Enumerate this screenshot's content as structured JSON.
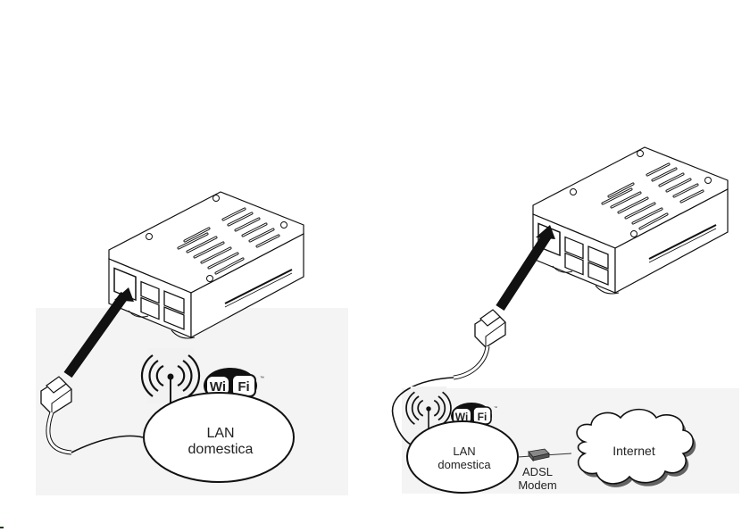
{
  "diagrams": [
    {
      "id": "left",
      "lan_label_line1": "LAN",
      "lan_label_line2": "domestica",
      "wifi_logo_left": "Wi",
      "wifi_logo_right": "Fi",
      "wifi_tm": "™"
    },
    {
      "id": "right",
      "lan_label_line1": "LAN",
      "lan_label_line2": "domestica",
      "wifi_logo_left": "Wi",
      "wifi_logo_right": "Fi",
      "wifi_tm": "™",
      "modem_label_line1": "ADSL",
      "modem_label_line2": "Modem",
      "cloud_label": "Internet"
    }
  ],
  "colors": {
    "ink": "#111111",
    "panel": "#f4f4f4",
    "background": "#ffffff"
  }
}
